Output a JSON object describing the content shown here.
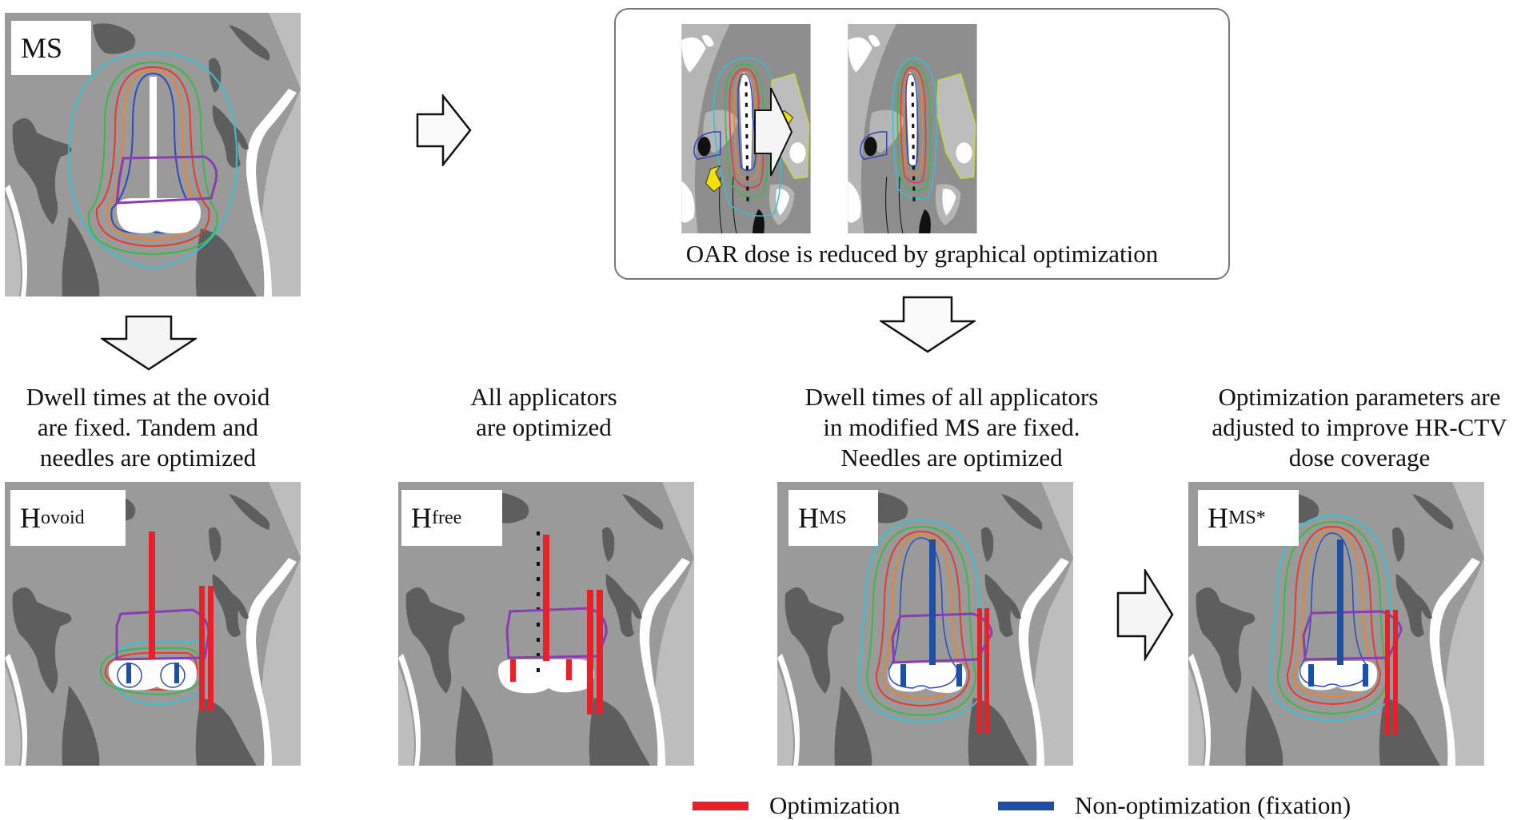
{
  "figure": {
    "colors": {
      "optimization": "#e8202a",
      "fixation": "#1f4fa3",
      "hrctv": "#8a3cb0",
      "isodose_cyan": "#38c0d0",
      "isodose_green": "#3cb84a",
      "isodose_red": "#e83a2a",
      "isodose_orange": "#f08030",
      "isodose_blue": "#3048b8",
      "oar_yellow": "#c8d838",
      "annotation_arrow": "#f2e20a"
    },
    "panels": {
      "ms": {
        "label_main": "MS",
        "label_sub": ""
      },
      "h_ovoid": {
        "label_main": "H",
        "label_sub": "ovoid"
      },
      "h_free": {
        "label_main": "H",
        "label_sub": "free"
      },
      "h_ms": {
        "label_main": "H",
        "label_sub": "MS"
      },
      "h_ms_star": {
        "label_main": "H",
        "label_sub": "MS*"
      }
    },
    "graphical_optimization": {
      "caption": "OAR dose is reduced by graphical optimization"
    },
    "captions": {
      "h_ovoid": [
        "Dwell times at the ovoid",
        "are fixed. Tandem and",
        "needles are optimized"
      ],
      "h_free": [
        "All applicators",
        "are optimized"
      ],
      "h_ms": [
        "Dwell times of all applicators",
        "in modified MS are fixed.",
        "Needles are optimized"
      ],
      "h_ms_star": [
        "Optimization parameters are",
        "adjusted to improve HR-CTV",
        "dose coverage"
      ]
    },
    "legend": [
      {
        "label": "Optimization",
        "color": "#e8202a"
      },
      {
        "label": "Non-optimization (fixation)",
        "color": "#1f4fa3"
      }
    ]
  }
}
